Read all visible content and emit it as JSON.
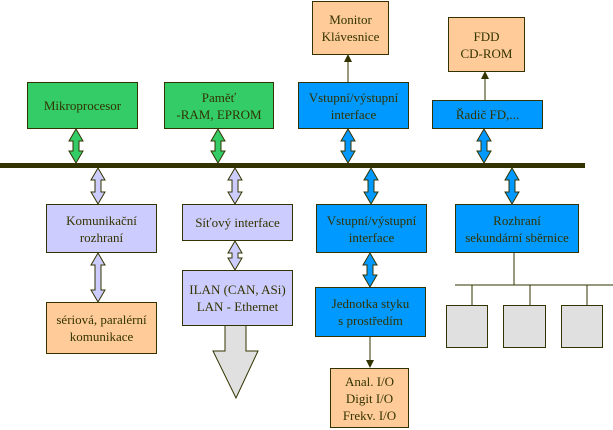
{
  "colors": {
    "cpu": "#33cc66",
    "io": "#0099ff",
    "comm": "#ccccff",
    "peripheral": "#ffcc99",
    "bus": "#333300"
  },
  "boxes": {
    "cpu": [
      "Mikroprocesor"
    ],
    "memory": [
      "Paměť",
      "-RAM, EPROM"
    ],
    "io_top": [
      "Vstupní/výstupní",
      "interface"
    ],
    "fd_controller": [
      "Řadič FD,..."
    ],
    "monitor": [
      "Monitor",
      "Klávesnice"
    ],
    "fdd": [
      "FDD",
      "CD-ROM"
    ],
    "comm": [
      "Komunikační",
      "rozhraní"
    ],
    "network": [
      "Síťový interface"
    ],
    "io_bottom": [
      "Vstupní/výstupní",
      "interface"
    ],
    "secondary_bus": [
      "Rozhraní",
      "sekundární sběrnice"
    ],
    "serial": [
      "sériová, paralérní",
      "komunikace"
    ],
    "lan": [
      "ILAN (CAN, ASi)",
      "LAN - Ethernet"
    ],
    "env_unit": [
      "Jednotka styku",
      "s prostředím"
    ],
    "io_types": [
      "Anal. I/O",
      "Digit I/O",
      "Frekv. I/O"
    ]
  }
}
